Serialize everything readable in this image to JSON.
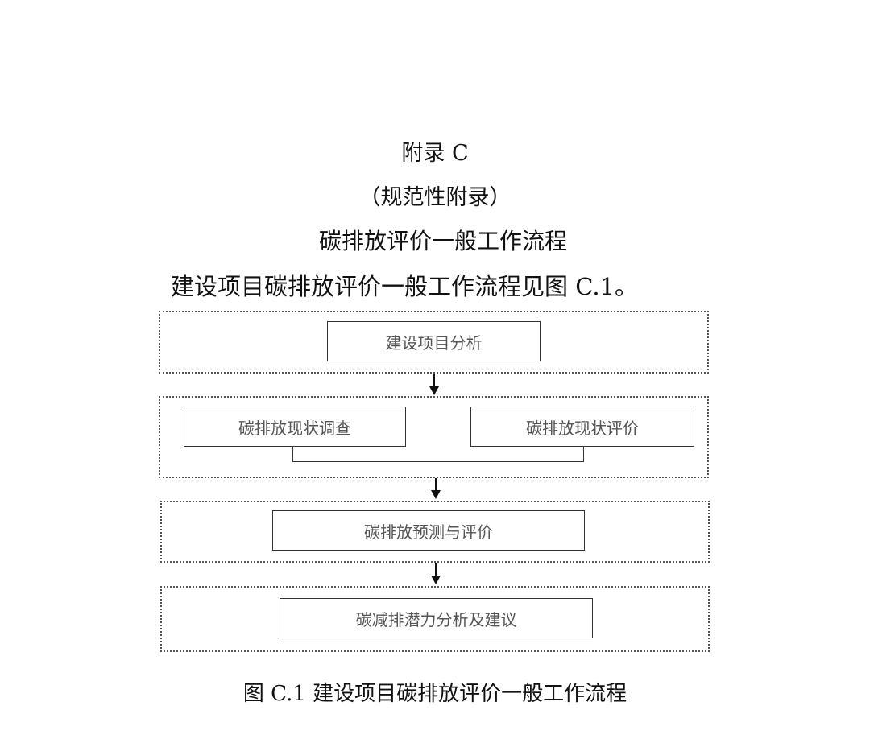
{
  "document": {
    "appendix_label": "附录 C",
    "appendix_type": "（规范性附录）",
    "section_title": "碳排放评价一般工作流程",
    "intro_text": "建设项目碳排放评价一般工作流程见图 C.1。"
  },
  "flowchart": {
    "stage1": {
      "box": "建设项目分析"
    },
    "stage2": {
      "left_box": "碳排放现状调查",
      "right_box": "碳排放现状评价"
    },
    "stage3": {
      "box": "碳排放预测与评价"
    },
    "stage4": {
      "box": "碳减排潜力分析及建议"
    }
  },
  "figure": {
    "caption": "图 C.1  建设项目碳排放评价一般工作流程"
  }
}
